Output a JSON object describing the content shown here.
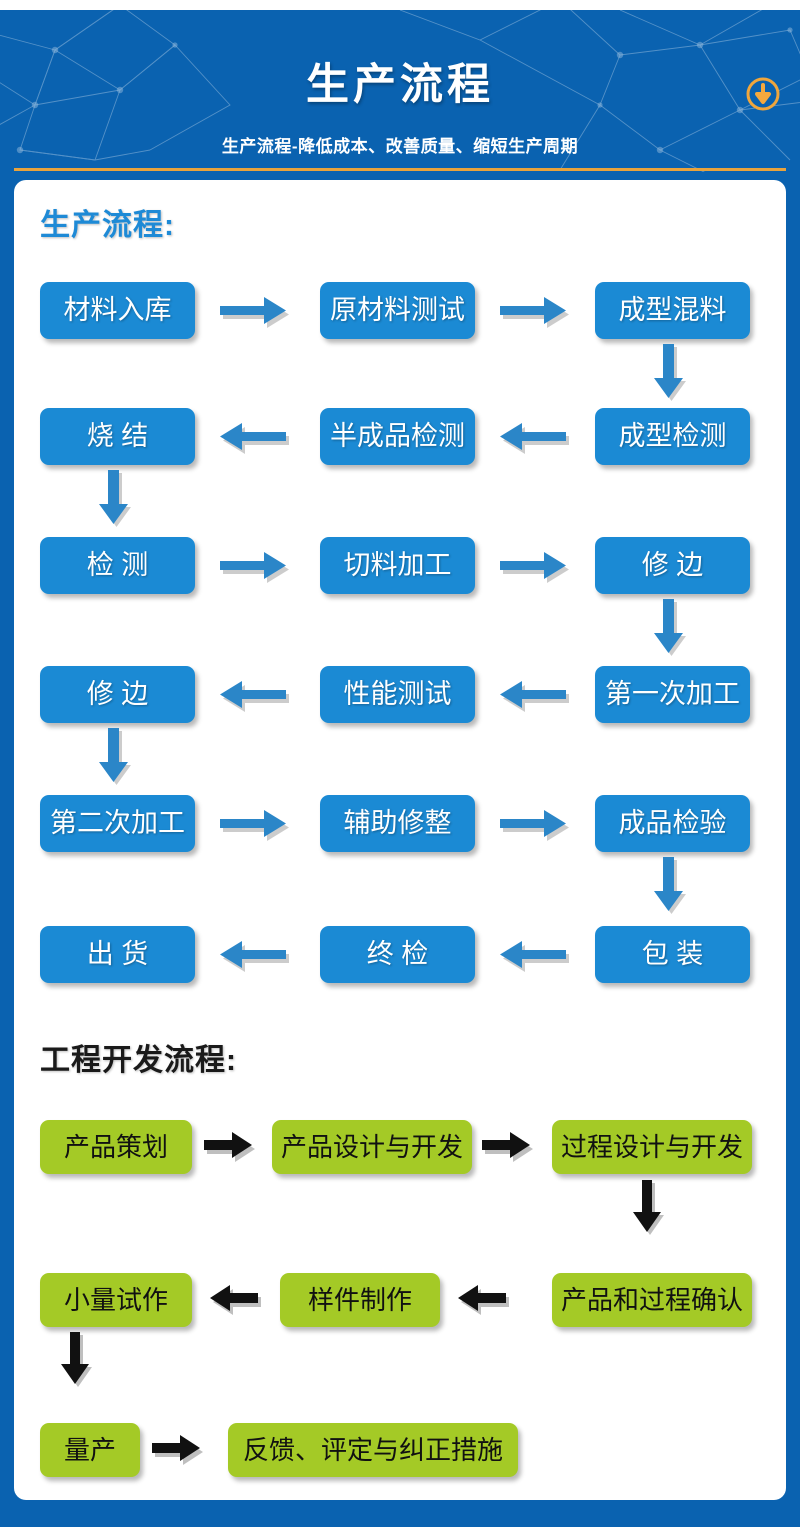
{
  "header": {
    "title": "生产流程",
    "subtitle": "生产流程-降低成本、改善质量、缩短生产周期",
    "download_icon": "circled-down-arrow",
    "bg_color": "#0a62b0",
    "rule_color": "#e8a33d",
    "icon_color": "#f0a63c"
  },
  "production": {
    "heading": "生产流程:",
    "node_color": "#1b8ad4",
    "text_color": "#ffffff",
    "arrow_color": "#2b86c8",
    "rows": [
      {
        "cells": [
          "材料入库",
          "原材料测试",
          "成型混料"
        ],
        "dir": "right"
      },
      {
        "cells": [
          "烧 结",
          "半成品检测",
          "成型检测"
        ],
        "dir": "left"
      },
      {
        "cells": [
          "检 测",
          "切料加工",
          "修 边"
        ],
        "dir": "right"
      },
      {
        "cells": [
          "修 边",
          "性能测试",
          "第一次加工"
        ],
        "dir": "left"
      },
      {
        "cells": [
          "第二次加工",
          "辅助修整",
          "成品检验"
        ],
        "dir": "right"
      },
      {
        "cells": [
          "出 货",
          "终 检",
          "包 装"
        ],
        "dir": "left"
      }
    ],
    "sequence": [
      "材料入库",
      "原材料测试",
      "成型混料",
      "成型检测",
      "半成品检测",
      "烧 结",
      "检 测",
      "切料加工",
      "修 边",
      "第一次加工",
      "性能测试",
      "修 边",
      "第二次加工",
      "辅助修整",
      "成品检验",
      "包 装",
      "终 检",
      "出 货"
    ]
  },
  "engineering": {
    "heading": "工程开发流程:",
    "node_color": "#a4ca26",
    "text_color": "#111111",
    "arrow_color": "#111111",
    "rows": [
      {
        "cells": [
          "产品策划",
          "产品设计与开发",
          "过程设计与开发"
        ],
        "dir": "right"
      },
      {
        "cells": [
          "小量试作",
          "样件制作",
          "产品和过程确认"
        ],
        "dir": "left"
      },
      {
        "cells": [
          "量产",
          "反馈、评定与纠正措施"
        ],
        "dir": "right"
      }
    ],
    "sequence": [
      "产品策划",
      "产品设计与开发",
      "过程设计与开发",
      "产品和过程确认",
      "样件制作",
      "小量试作",
      "量产",
      "反馈、评定与纠正措施"
    ]
  }
}
